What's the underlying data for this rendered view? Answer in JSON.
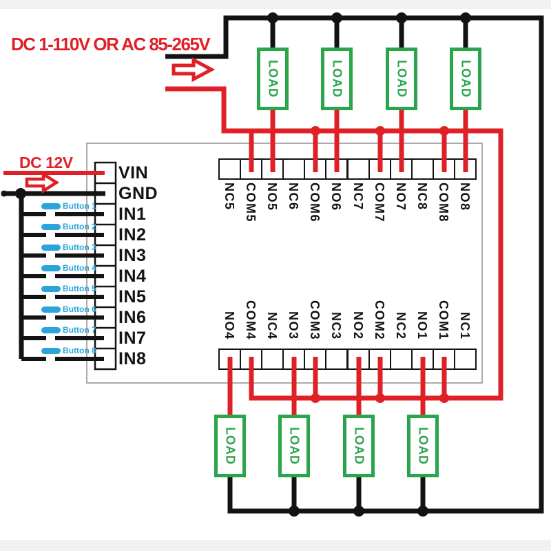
{
  "title": "DC 1-110V OR AC 85-265V",
  "dc_input_label": "DC 12V",
  "pins": [
    "VIN",
    "GND",
    "IN1",
    "IN2",
    "IN3",
    "IN4",
    "IN5",
    "IN6",
    "IN7",
    "IN8"
  ],
  "buttons": [
    "Button 1",
    "Button 2",
    "Button 3",
    "Button 4",
    "Button 5",
    "Button 6",
    "Button 7",
    "Button 8"
  ],
  "terminals": {
    "top": [
      "NC5",
      "COM5",
      "NO5",
      "NC6",
      "COM6",
      "NO6",
      "NC7",
      "COM7",
      "NO7",
      "NC8",
      "COM8",
      "NO8"
    ],
    "bottom": [
      "NO4",
      "COM4",
      "NC4",
      "NO3",
      "COM3",
      "NC3",
      "NO2",
      "COM2",
      "NC2",
      "NO1",
      "COM1",
      "NC1"
    ]
  },
  "loads": [
    "LOAD",
    "LOAD",
    "LOAD",
    "LOAD",
    "LOAD",
    "LOAD",
    "LOAD",
    "LOAD"
  ],
  "colors": {
    "wire_red": "#e02027",
    "wire_black": "#131313",
    "load_green": "#2ba54c",
    "button_blue": "#2ba4dc",
    "board_outline": "#909090",
    "band_gray": "#f1f1f1"
  }
}
